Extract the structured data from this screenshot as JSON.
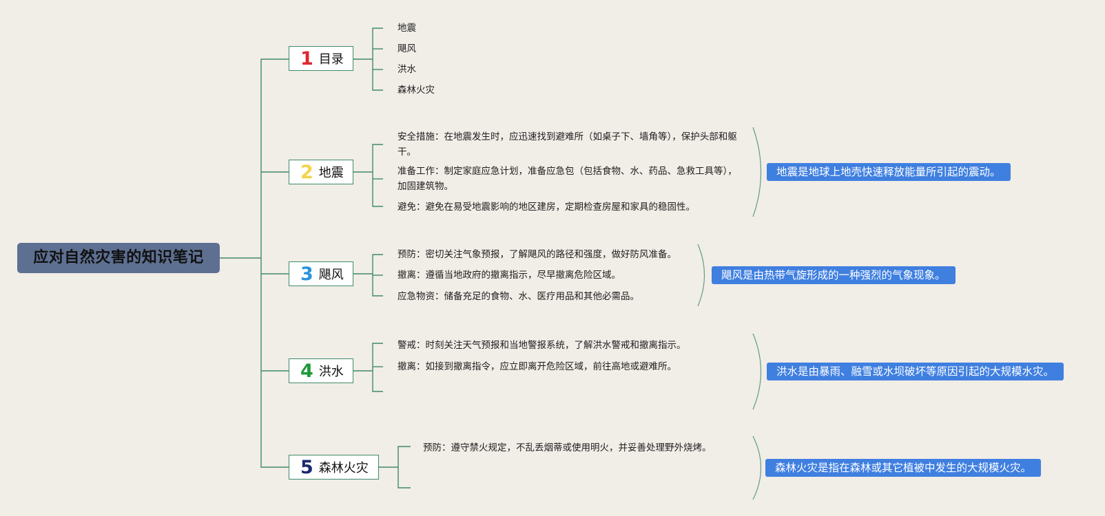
{
  "root": {
    "title": "应对自然灾害的知识笔记"
  },
  "branches": [
    {
      "number": "1",
      "label": "目录",
      "color": "#e0272f",
      "items": [
        "地震",
        "飓风",
        "洪水",
        "森林火灾"
      ]
    },
    {
      "number": "2",
      "label": "地震",
      "color": "#f2d34a",
      "items": [
        "安全措施：在地震发生时，应迅速找到避难所（如桌子下、墙角等），保护头部和躯干。",
        "准备工作：制定家庭应急计划，准备应急包（包括食物、水、药品、急救工具等），加固建筑物。",
        "避免：避免在易受地震影响的地区建房，定期检查房屋和家具的稳固性。"
      ],
      "summary": "地震是地球上地壳快速释放能量所引起的震动。"
    },
    {
      "number": "3",
      "label": "飓风",
      "color": "#2b93de",
      "items": [
        "预防：密切关注气象预报，了解飓风的路径和强度，做好防风准备。",
        "撤离：遵循当地政府的撤离指示，尽早撤离危险区域。",
        "应急物资：储备充足的食物、水、医疗用品和其他必需品。"
      ],
      "summary": "飓风是由热带气旋形成的一种强烈的气象现象。"
    },
    {
      "number": "4",
      "label": "洪水",
      "color": "#1f9a3a",
      "items": [
        "警戒：时刻关注天气预报和当地警报系统，了解洪水警戒和撤离指示。",
        "撤离：如接到撤离指令，应立即离开危险区域，前往高地或避难所。"
      ],
      "summary": "洪水是由暴雨、融雪或水坝破坏等原因引起的大规模水灾。"
    },
    {
      "number": "5",
      "label": "森林火灾",
      "color": "#1b2a6e",
      "items": [
        "预防：遵守禁火规定，不乱丢烟蒂或使用明火，并妥善处理野外烧烤。"
      ],
      "summary": "森林火灾是指在森林或其它植被中发生的大规模火灾。"
    }
  ]
}
